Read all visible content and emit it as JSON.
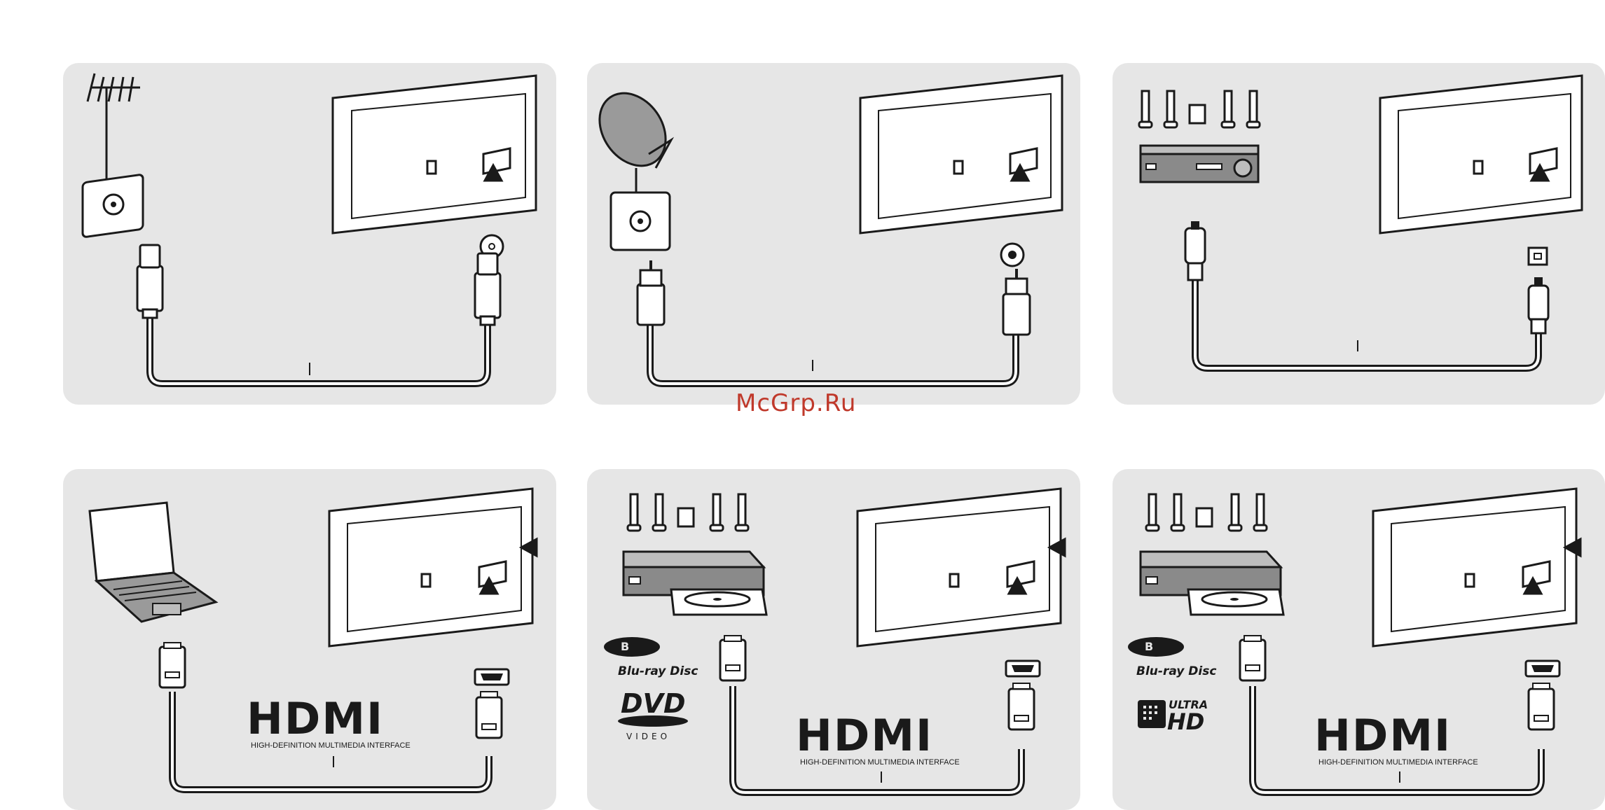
{
  "watermark": "McGrp.Ru",
  "panels": [
    {
      "id": "antenna",
      "source": "antenna-icon",
      "connector": "coax"
    },
    {
      "id": "satellite",
      "source": "satellite-dish-icon",
      "connector": "f-connector"
    },
    {
      "id": "optical-audio",
      "source": "home-theater-receiver-icon",
      "connector": "optical"
    },
    {
      "id": "laptop",
      "source": "laptop-icon",
      "connector": "hdmi"
    },
    {
      "id": "disc-player-dvd",
      "source": "disc-player-icon",
      "connector": "hdmi"
    },
    {
      "id": "disc-player-uhd",
      "source": "disc-player-icon",
      "connector": "hdmi"
    }
  ],
  "logos": {
    "hdmi_word": "HDMI",
    "hdmi_subtitle": "HIGH-DEFINITION MULTIMEDIA INTERFACE",
    "bluray": "Blu-ray Disc",
    "dvd": "DVD",
    "dvd_sub": "VIDEO",
    "uhd_top": "ULTRA",
    "uhd_bottom": "HD"
  },
  "colors": {
    "panel_bg": "#e6e6e6",
    "line": "#1a1a1a",
    "watermark": "#c0392b"
  }
}
